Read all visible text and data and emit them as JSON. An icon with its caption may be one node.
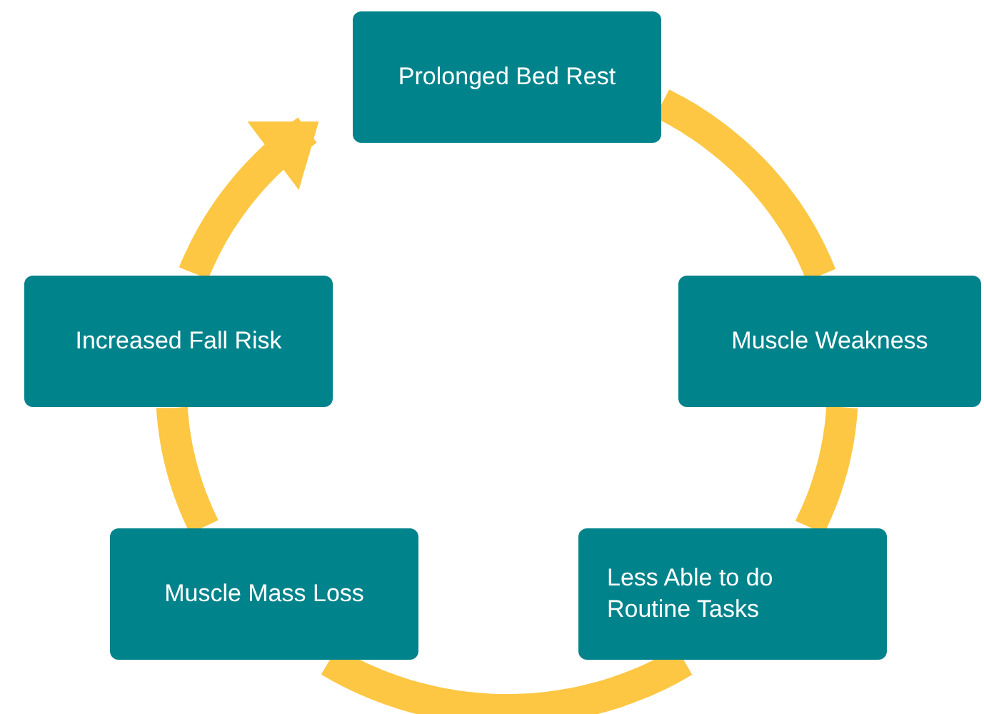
{
  "diagram": {
    "nodes": [
      {
        "text": [
          "Prolonged Bed Rest"
        ]
      },
      {
        "text": [
          "Muscle Weakness"
        ]
      },
      {
        "text": [
          "Less Able to do Routine Tasks"
        ]
      },
      {
        "text": [
          "Muscle Mass Loss"
        ]
      },
      {
        "text": [
          "Increased Fall Risk"
        ]
      }
    ],
    "edges": [
      {
        "from": 0,
        "to": 1,
        "arrow": "none"
      },
      {
        "from": 1,
        "to": 2,
        "arrow": "none"
      },
      {
        "from": 2,
        "to": 3,
        "arrow": "none"
      },
      {
        "from": 3,
        "to": 4,
        "arrow": "none"
      },
      {
        "from": 4,
        "to": 0,
        "arrow": "to"
      }
    ]
  }
}
